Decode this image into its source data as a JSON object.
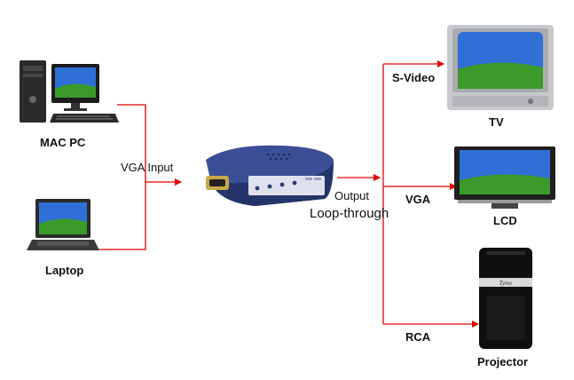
{
  "labels": {
    "mac_pc": "MAC PC",
    "laptop": "Laptop",
    "vga_input": "VGA Input",
    "output": "Output",
    "loop_through": "Loop-through",
    "svideo": "S-Video",
    "vga_out": "VGA",
    "rca": "RCA",
    "tv": "TV",
    "lcd": "LCD",
    "projector": "Projector"
  },
  "device_markings": {
    "projector_brand": "Tyme"
  },
  "colors": {
    "wire": "#e00000",
    "converter_body": "#2a3c7c",
    "screen_blue": "#2f6fd6",
    "grass": "#3b9a2a"
  },
  "icons": [
    "desktop-pc-icon",
    "laptop-icon",
    "converter-box-icon",
    "crt-tv-icon",
    "lcd-monitor-icon",
    "projector-icon"
  ]
}
